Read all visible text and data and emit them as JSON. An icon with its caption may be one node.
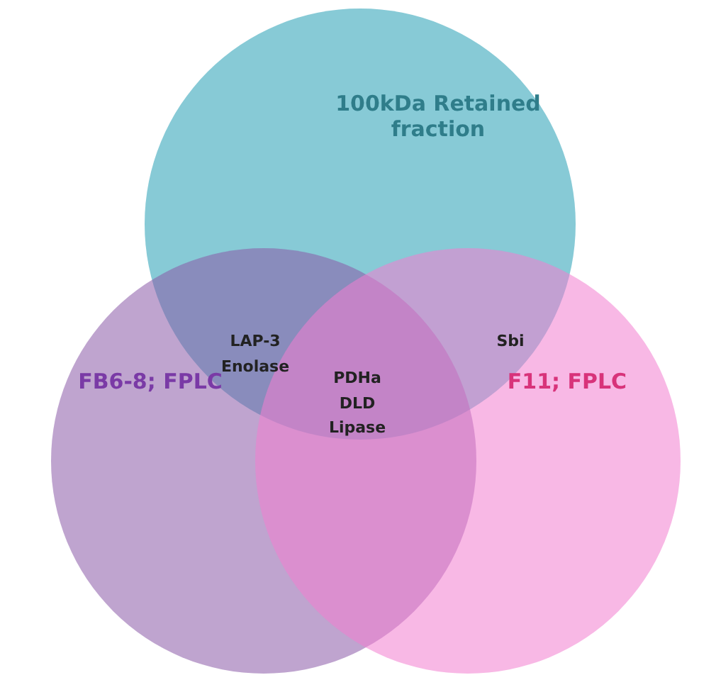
{
  "diagram": {
    "nodes": [
      {
        "text": [
          "100kDa Retained fraction"
        ]
      },
      {
        "text": [
          "FB6-8; FPLC"
        ]
      },
      {
        "text": [
          "F11; FPLC"
        ]
      }
    ],
    "labels": [
      "LAP-3 Enolase",
      "Sbi",
      "PDHa DLD Lipase"
    ]
  }
}
